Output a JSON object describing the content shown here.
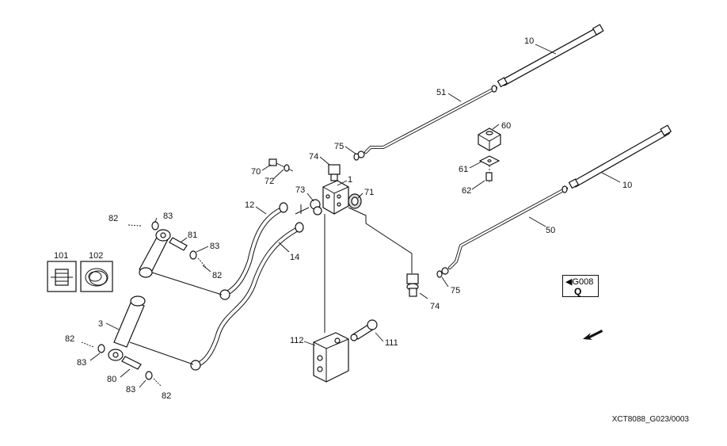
{
  "labels": {
    "p10a": "10",
    "p10b": "10",
    "p51": "51",
    "p50": "50",
    "p60": "60",
    "p61": "61",
    "p62": "62",
    "p75a": "75",
    "p75b": "75",
    "p74a": "74",
    "p74b": "74",
    "p70": "70",
    "p72": "72",
    "p1": "1",
    "p73": "73",
    "p71": "71",
    "p12": "12",
    "p14": "14",
    "p82a": "82",
    "p83a": "83",
    "p81": "81",
    "p83b": "83",
    "p82b": "82",
    "p101": "101",
    "p102": "102",
    "p3": "3",
    "p82c": "82",
    "p83c": "83",
    "p80": "80",
    "p83d": "83",
    "p82d": "82",
    "p112": "112",
    "p111": "111"
  },
  "nav_badge": {
    "ref": "G008",
    "letter": "Q"
  },
  "drawing_id": "XCT8088_G023/0003"
}
